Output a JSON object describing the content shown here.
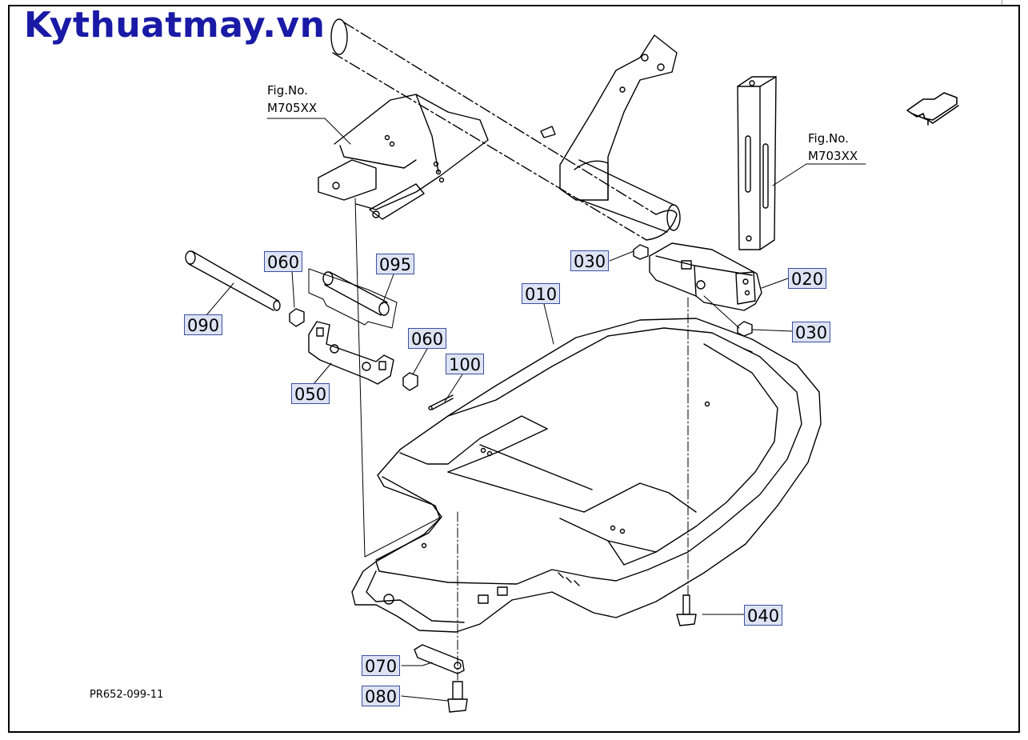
{
  "brand": {
    "text": "Kythuatmay.vn",
    "color": "#1a1aa6"
  },
  "reference_code": "PR652-099-11",
  "figure_refs": [
    {
      "label": "Fig.No.",
      "number": "M705XX"
    },
    {
      "label": "Fig.No.",
      "number": "M703XX"
    }
  ],
  "callouts": {
    "c010": "010",
    "c020": "020",
    "c030a": "030",
    "c030b": "030",
    "c040": "040",
    "c050": "050",
    "c060a": "060",
    "c060b": "060",
    "c070": "070",
    "c080": "080",
    "c090": "090",
    "c095": "095",
    "c100": "100"
  },
  "icons": {
    "direction": "front-direction-arrow-icon"
  },
  "colors": {
    "callout_fill": "#dde3f4",
    "callout_border": "#3b4fa0",
    "line": "#000000"
  }
}
